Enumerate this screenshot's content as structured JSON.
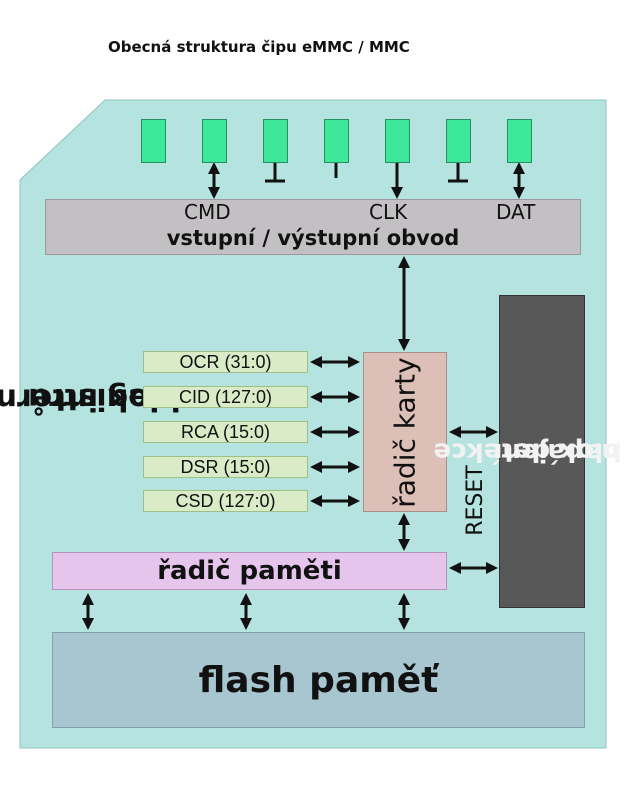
{
  "title": "Obecná struktura čipu eMMC / MMC",
  "signals": {
    "cmd": "CMD",
    "clk": "CLK",
    "dat": "DAT"
  },
  "io_block": "vstupní / výstupní obvod",
  "registers_block": {
    "line1": "blok interních",
    "line2": "registrů"
  },
  "registers": [
    "OCR (31:0)",
    "CID (127:0)",
    "RCA (15:0)",
    "DSR (15:0)",
    "CSD (127:0)"
  ],
  "card_controller": "řadič karty",
  "reset": "RESET",
  "power_block": {
    "line1": "blok detekce",
    "line2": "napájení"
  },
  "memory_controller": "řadič paměti",
  "flash": "flash paměť",
  "colors": {
    "card_body": "#b5e3e0",
    "pins": "#3ee89a",
    "io_block": "#c3c0c3",
    "registers": "#d9ecc7",
    "card_controller": "#dcc0b8",
    "memory_controller": "#e6c5ec",
    "power_block": "#585858",
    "flash": "#a7c6d0"
  }
}
